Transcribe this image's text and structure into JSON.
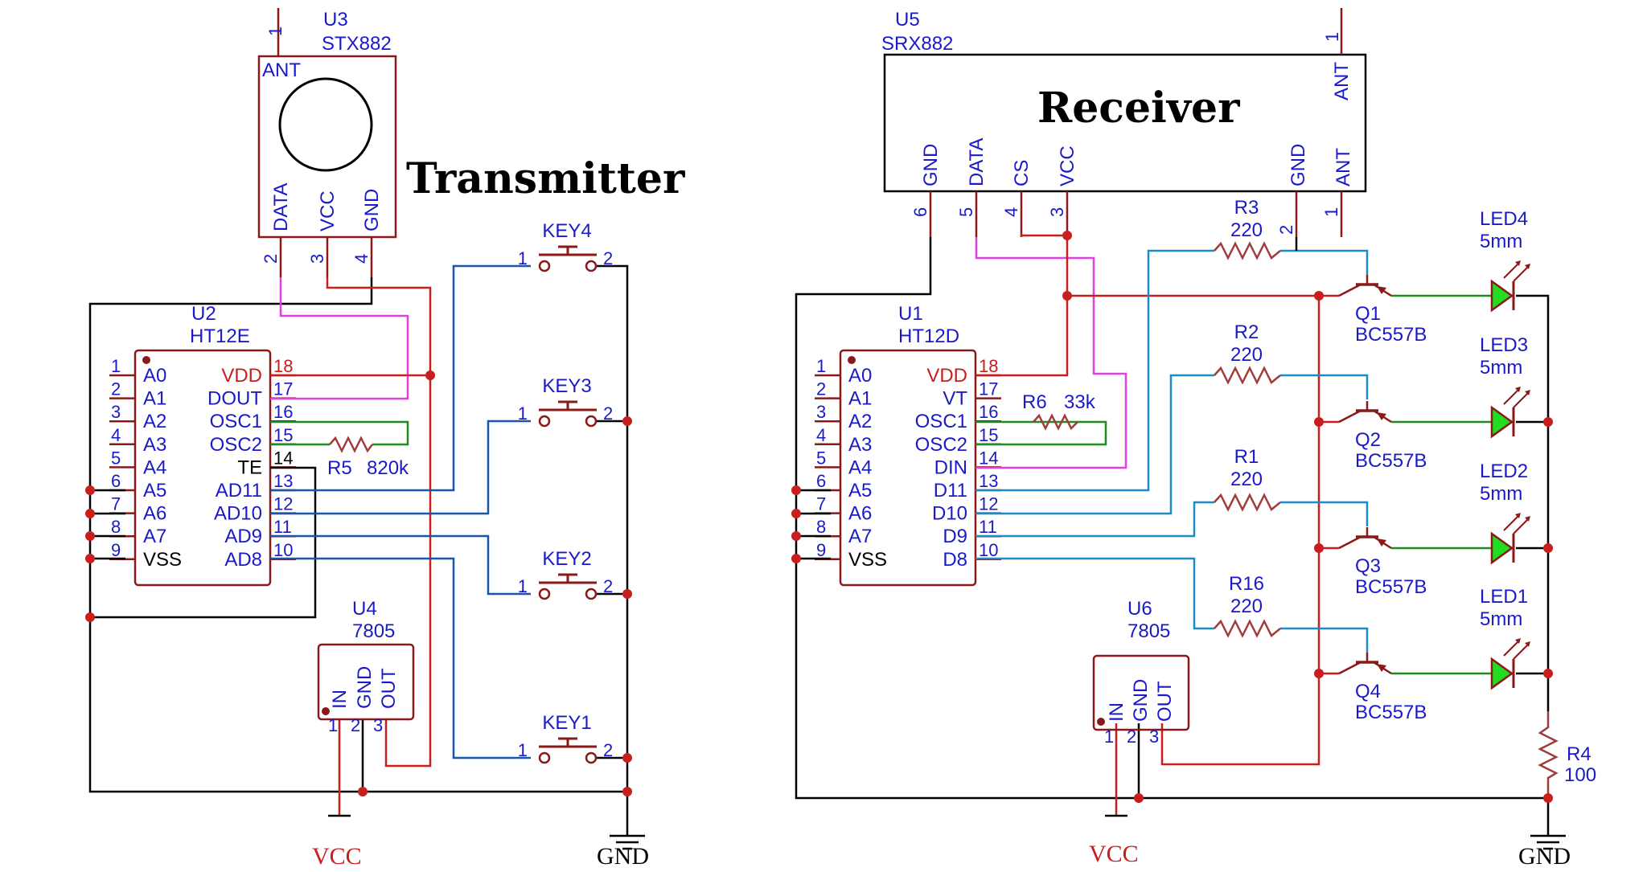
{
  "transmitter": {
    "title": "Transmitter",
    "u3": {
      "ref": "U3",
      "value": "STX882",
      "pin_ant": "ANT",
      "pin_data": "DATA",
      "pin_vcc": "VCC",
      "pin_gnd": "GND",
      "n1": "1",
      "n2": "2",
      "n3": "3",
      "n4": "4"
    },
    "u2": {
      "ref": "U2",
      "value": "HT12E",
      "left_pins": [
        {
          "num": "1",
          "name": "A0"
        },
        {
          "num": "2",
          "name": "A1"
        },
        {
          "num": "3",
          "name": "A2"
        },
        {
          "num": "4",
          "name": "A3"
        },
        {
          "num": "5",
          "name": "A4"
        },
        {
          "num": "6",
          "name": "A5"
        },
        {
          "num": "7",
          "name": "A6"
        },
        {
          "num": "8",
          "name": "A7"
        },
        {
          "num": "9",
          "name": "VSS"
        }
      ],
      "right_pins": [
        {
          "num": "18",
          "name": "VDD"
        },
        {
          "num": "17",
          "name": "DOUT"
        },
        {
          "num": "16",
          "name": "OSC1"
        },
        {
          "num": "15",
          "name": "OSC2"
        },
        {
          "num": "14",
          "name": "TE"
        },
        {
          "num": "13",
          "name": "AD11"
        },
        {
          "num": "12",
          "name": "AD10"
        },
        {
          "num": "11",
          "name": "AD9"
        },
        {
          "num": "10",
          "name": "AD8"
        }
      ]
    },
    "r5": {
      "ref": "R5",
      "value": "820k"
    },
    "u4": {
      "ref": "U4",
      "value": "7805",
      "pin_in": "IN",
      "pin_gnd": "GND",
      "pin_out": "OUT",
      "n1": "1",
      "n2": "2",
      "n3": "3"
    },
    "keys": [
      {
        "ref": "KEY4",
        "p1": "1",
        "p2": "2"
      },
      {
        "ref": "KEY3",
        "p1": "1",
        "p2": "2"
      },
      {
        "ref": "KEY2",
        "p1": "1",
        "p2": "2"
      },
      {
        "ref": "KEY1",
        "p1": "1",
        "p2": "2"
      }
    ],
    "vcc": "VCC",
    "gnd": "GND"
  },
  "receiver": {
    "title": "Receiver",
    "u5": {
      "ref": "U5",
      "value": "SRX882",
      "pin_gnd": "GND",
      "pin_data": "DATA",
      "pin_cs": "CS",
      "pin_vcc": "VCC",
      "pin_gnd2": "GND",
      "pin_ant": "ANT",
      "pin_ant_top": "ANT",
      "n6": "6",
      "n5": "5",
      "n4": "4",
      "n3": "3",
      "n2": "2",
      "n1": "1",
      "n1_top": "1"
    },
    "u1": {
      "ref": "U1",
      "value": "HT12D",
      "left_pins": [
        {
          "num": "1",
          "name": "A0"
        },
        {
          "num": "2",
          "name": "A1"
        },
        {
          "num": "3",
          "name": "A2"
        },
        {
          "num": "4",
          "name": "A3"
        },
        {
          "num": "5",
          "name": "A4"
        },
        {
          "num": "6",
          "name": "A5"
        },
        {
          "num": "7",
          "name": "A6"
        },
        {
          "num": "8",
          "name": "A7"
        },
        {
          "num": "9",
          "name": "VSS"
        }
      ],
      "right_pins": [
        {
          "num": "18",
          "name": "VDD"
        },
        {
          "num": "17",
          "name": "VT"
        },
        {
          "num": "16",
          "name": "OSC1"
        },
        {
          "num": "15",
          "name": "OSC2"
        },
        {
          "num": "14",
          "name": "DIN"
        },
        {
          "num": "13",
          "name": "D11"
        },
        {
          "num": "12",
          "name": "D10"
        },
        {
          "num": "11",
          "name": "D9"
        },
        {
          "num": "10",
          "name": "D8"
        }
      ]
    },
    "r6": {
      "ref": "R6",
      "value": "33k"
    },
    "resistors": [
      {
        "ref": "R3",
        "value": "220"
      },
      {
        "ref": "R2",
        "value": "220"
      },
      {
        "ref": "R1",
        "value": "220"
      },
      {
        "ref": "R16",
        "value": "220"
      }
    ],
    "transistors": [
      {
        "ref": "Q1",
        "value": "BC557B"
      },
      {
        "ref": "Q2",
        "value": "BC557B"
      },
      {
        "ref": "Q3",
        "value": "BC557B"
      },
      {
        "ref": "Q4",
        "value": "BC557B"
      }
    ],
    "leds": [
      {
        "ref": "LED4",
        "value": "5mm"
      },
      {
        "ref": "LED3",
        "value": "5mm"
      },
      {
        "ref": "LED2",
        "value": "5mm"
      },
      {
        "ref": "LED1",
        "value": "5mm"
      }
    ],
    "r4": {
      "ref": "R4",
      "value": "100"
    },
    "u6": {
      "ref": "U6",
      "value": "7805",
      "pin_in": "IN",
      "pin_gnd": "GND",
      "pin_out": "OUT",
      "n1": "1",
      "n2": "2",
      "n3": "3"
    },
    "vcc": "VCC",
    "gnd": "GND"
  },
  "colors": {
    "pin_text": "#1a1ac8",
    "vdd_text": "#c81e1e",
    "power_wire": "#c81e1e",
    "data_wire": "#e040e0",
    "osc_wire": "#1e8c1e",
    "signal_wire": "#1a8cc8",
    "led_fill": "#22dd22"
  }
}
